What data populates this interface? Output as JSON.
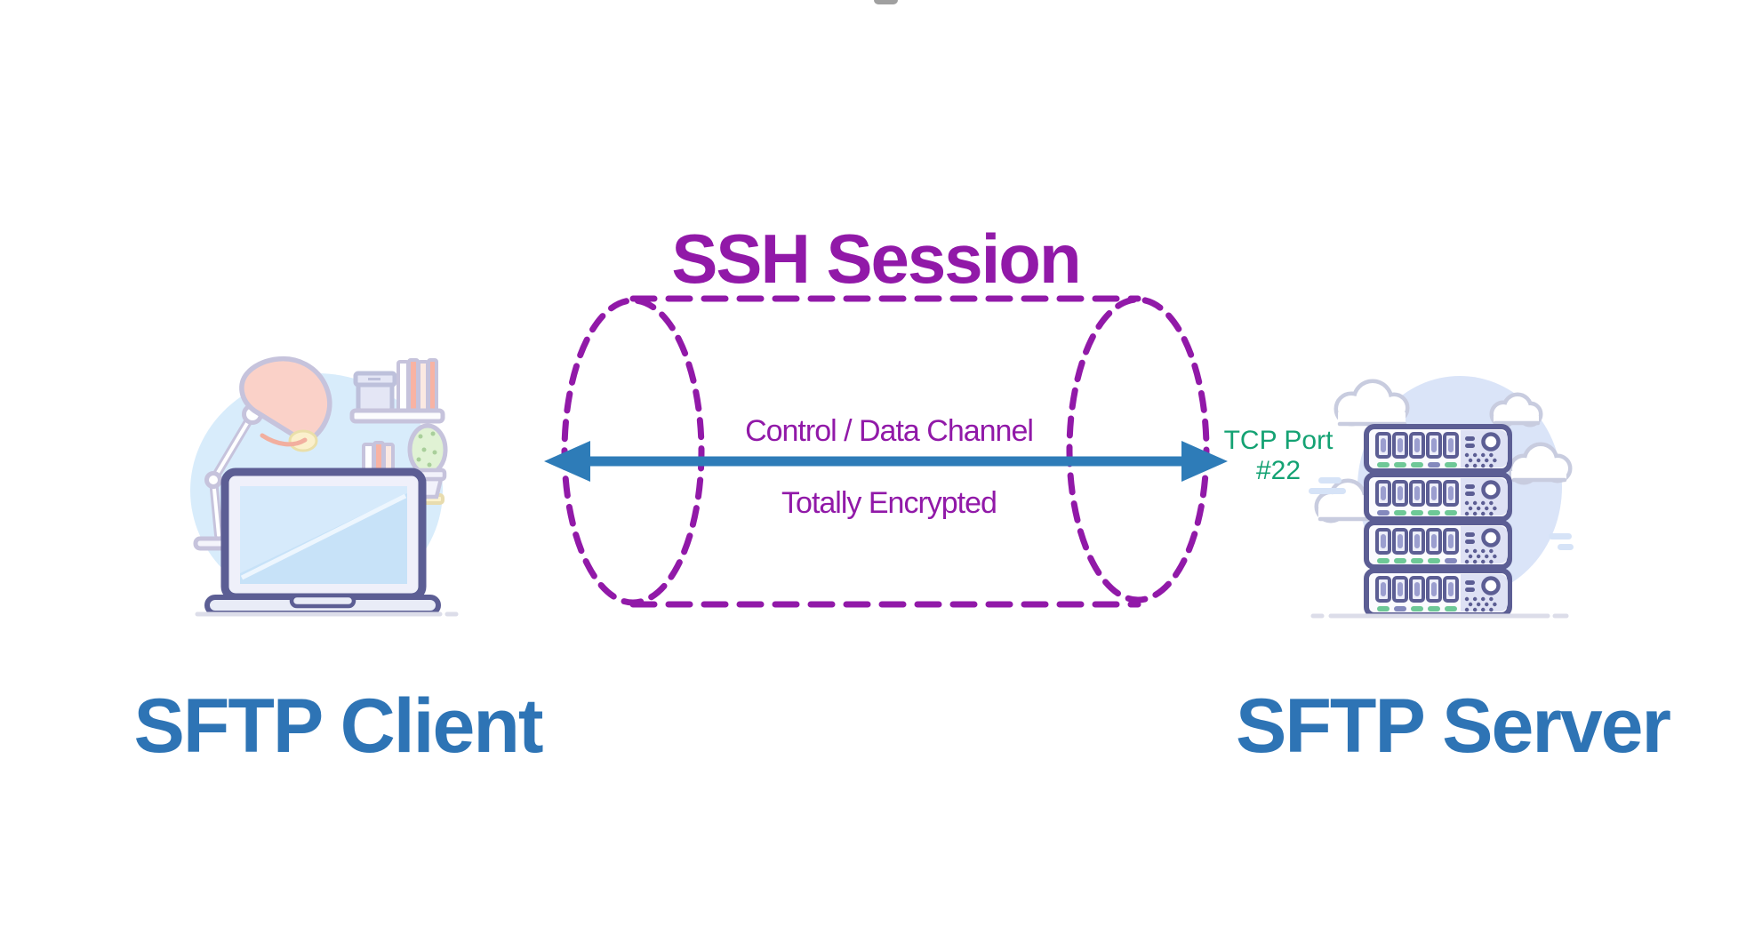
{
  "diagram": {
    "type": "sftp-over-ssh-session"
  },
  "title": {
    "text": "SSH Session"
  },
  "tunnel": {
    "channel_label": "Control / Data Channel",
    "encryption_label": "Totally Encrypted",
    "port": {
      "line1": "TCP Port",
      "line2": "#22"
    }
  },
  "client": {
    "label": "SFTP Client"
  },
  "server": {
    "label": "SFTP Server",
    "rack": {
      "units": [
        {
          "indicators": [
            "green",
            "green",
            "green",
            "purple",
            "green"
          ]
        },
        {
          "indicators": [
            "purple",
            "green",
            "green",
            "green",
            "green"
          ]
        },
        {
          "indicators": [
            "green",
            "green",
            "green",
            "green",
            "purple"
          ]
        },
        {
          "indicators": [
            "green",
            "purple",
            "green",
            "green",
            "green"
          ]
        }
      ]
    }
  },
  "icons": {
    "client_illustration": "laptop-desk-illustration",
    "server_illustration": "server-rack-illustration",
    "tunnel": "dashed-cylinder-tunnel",
    "arrow": "bidirectional-arrow"
  },
  "colors": {
    "session_purple": "#9119A8",
    "arrow_blue": "#2E7CB8",
    "endpoint_label_blue": "#2E74B5",
    "port_green": "#14A273",
    "indicator_green": "#6EC897",
    "indicator_purple": "#8489BD"
  }
}
